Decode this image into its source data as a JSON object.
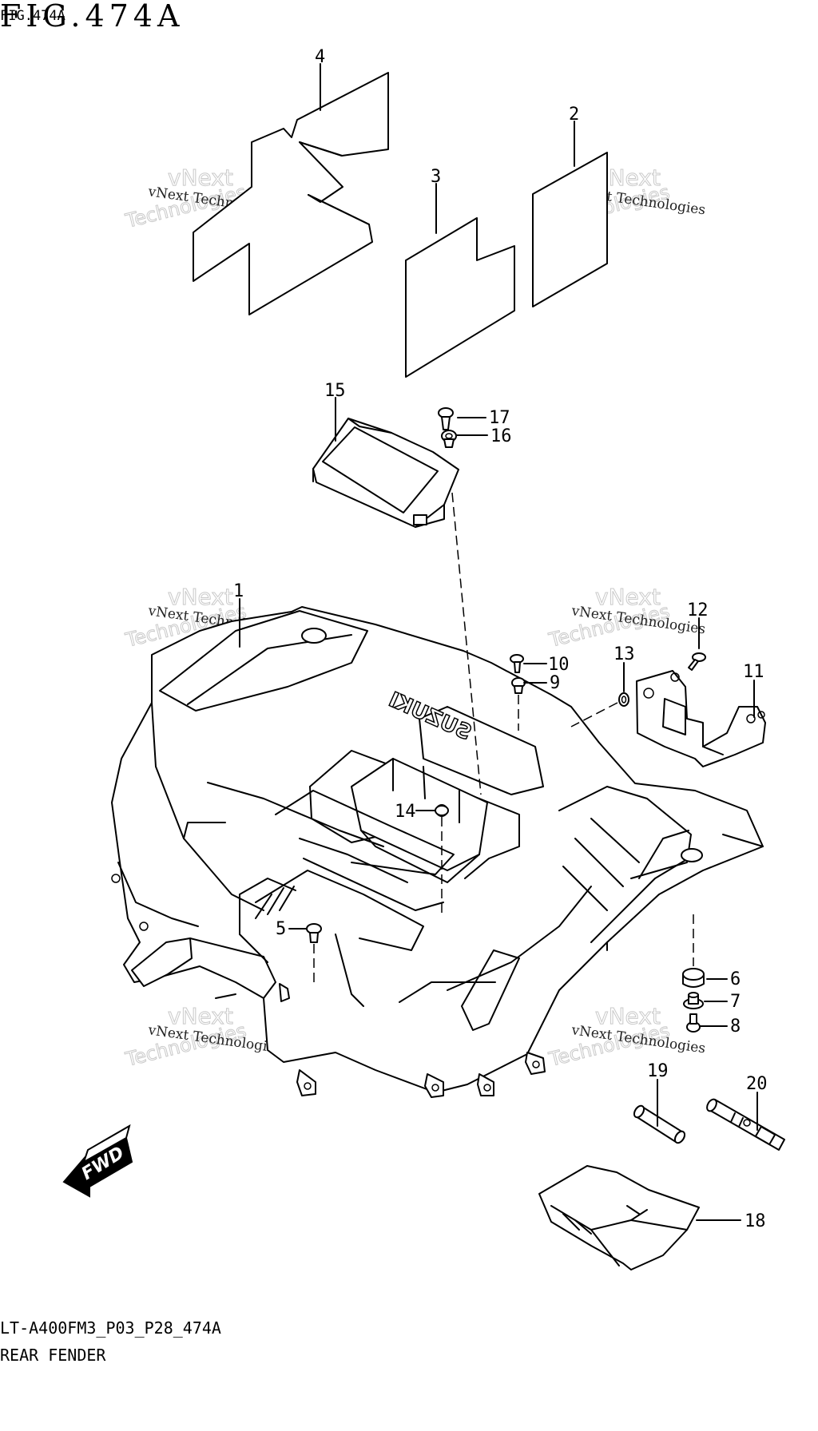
{
  "figure": {
    "title": "FIG.474A",
    "overlay_title": "FIG.474A"
  },
  "footer": {
    "model_code": "LT-A400FM3_P03_P28_474A",
    "part_group": "REAR FENDER"
  },
  "watermark": {
    "line1": "vNext Technologies",
    "line2_top": "vNext",
    "line2_bottom": "Technologies"
  },
  "badge": {
    "direction": "FWD",
    "emboss": "SUZUKI"
  },
  "callouts": [
    {
      "id": "1",
      "label": "1"
    },
    {
      "id": "2",
      "label": "2"
    },
    {
      "id": "3",
      "label": "3"
    },
    {
      "id": "4",
      "label": "4"
    },
    {
      "id": "5",
      "label": "5"
    },
    {
      "id": "6",
      "label": "6"
    },
    {
      "id": "7",
      "label": "7"
    },
    {
      "id": "8",
      "label": "8"
    },
    {
      "id": "9",
      "label": "9"
    },
    {
      "id": "10",
      "label": "10"
    },
    {
      "id": "11",
      "label": "11"
    },
    {
      "id": "12",
      "label": "12"
    },
    {
      "id": "13",
      "label": "13"
    },
    {
      "id": "14",
      "label": "14"
    },
    {
      "id": "15",
      "label": "15"
    },
    {
      "id": "16",
      "label": "16"
    },
    {
      "id": "17",
      "label": "17"
    },
    {
      "id": "18",
      "label": "18"
    },
    {
      "id": "19",
      "label": "19"
    },
    {
      "id": "20",
      "label": "20"
    }
  ]
}
